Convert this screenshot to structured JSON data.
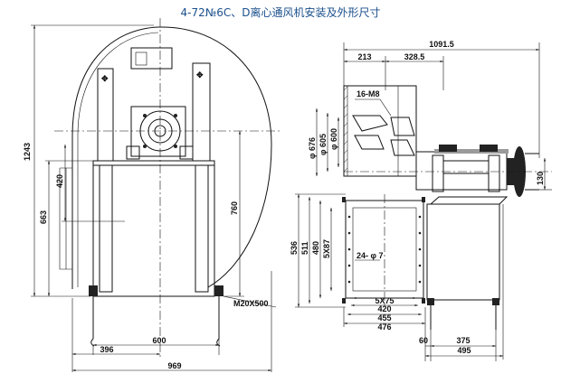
{
  "title": "4-72№6C、D离心通风机安装及外形尺寸",
  "left_view": {
    "dims": {
      "height_total": "1243",
      "outlet_h": "420",
      "frame_h": "663",
      "right_h": "760",
      "bolt": "M20X500",
      "w396": "396",
      "w600": "600",
      "w969": "969"
    }
  },
  "right_view": {
    "dims": {
      "total": "1091.5",
      "d213": "213",
      "d328": "328.5",
      "bolts": "16-M8",
      "phi676": "φ 676",
      "phi605": "φ 605",
      "phi600": "φ 600",
      "h536": "536",
      "h511": "511",
      "h480": "480",
      "h5x87": "5X87",
      "holes": "24- φ 7",
      "w5x75": "5X75",
      "w420": "420",
      "w455": "455",
      "w476": "476",
      "d130": "130",
      "d60": "60",
      "d375": "375",
      "d495": "495"
    }
  }
}
